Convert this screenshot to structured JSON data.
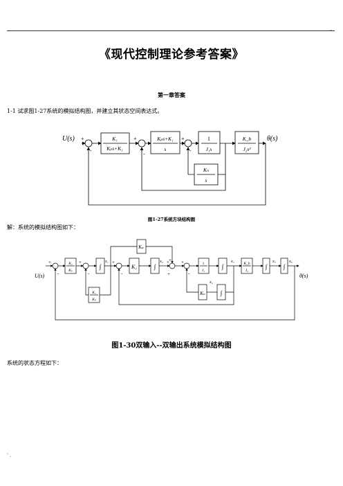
{
  "header": {
    "dots": "..",
    "footer_mark": "' ."
  },
  "document": {
    "title": "《现代控制理论参考答案》",
    "chapter_heading": "第一章答案",
    "problem_text": "1-1  试求图1-27系统的模拟结构图，并建立其状态空间表达式。",
    "solution_intro": "解：系统的模拟结构图如下：",
    "state_eq_intro": "系统的状态方程如下："
  },
  "figure1": {
    "caption": "图1-27系统方块结构图",
    "input": "U(s)",
    "output": "θ(s)",
    "blocks": {
      "b1_num": "K₁",
      "b1_den": "Kₚs+K₁",
      "b2_num": "Kₚs+K₁",
      "b2_den": "s",
      "b3_num": "1",
      "b3_den": "J₁s",
      "b4_num": "K_b",
      "b4_den": "J₂s²",
      "fb_num": "Kₙ",
      "fb_den": "s"
    },
    "signs": {
      "plus": "+",
      "minus": "-"
    }
  },
  "figure2": {
    "caption": "图1-30双输入--双输出系统模拟结构图",
    "input": "U(s)",
    "output": "θ(s)",
    "blocks": {
      "g1_num": "K₁",
      "g1_den": "Kₚ",
      "integ": "∫",
      "k1": "K₁",
      "kp_top": "Kₚ",
      "kn": "Kₙ",
      "inv_j1_num": "1",
      "inv_j1_den": "J₁",
      "kb_num": "K_b",
      "kb_den": "J₂",
      "fbk_num": "K₁",
      "fbk_den": "Kₚ"
    },
    "states": {
      "x1": "x₁",
      "x2": "x₂",
      "x3": "x₃",
      "x4": "x₄",
      "x5": "x₅",
      "x6": "x₆"
    },
    "signs": {
      "plus": "+",
      "minus": "-"
    }
  }
}
